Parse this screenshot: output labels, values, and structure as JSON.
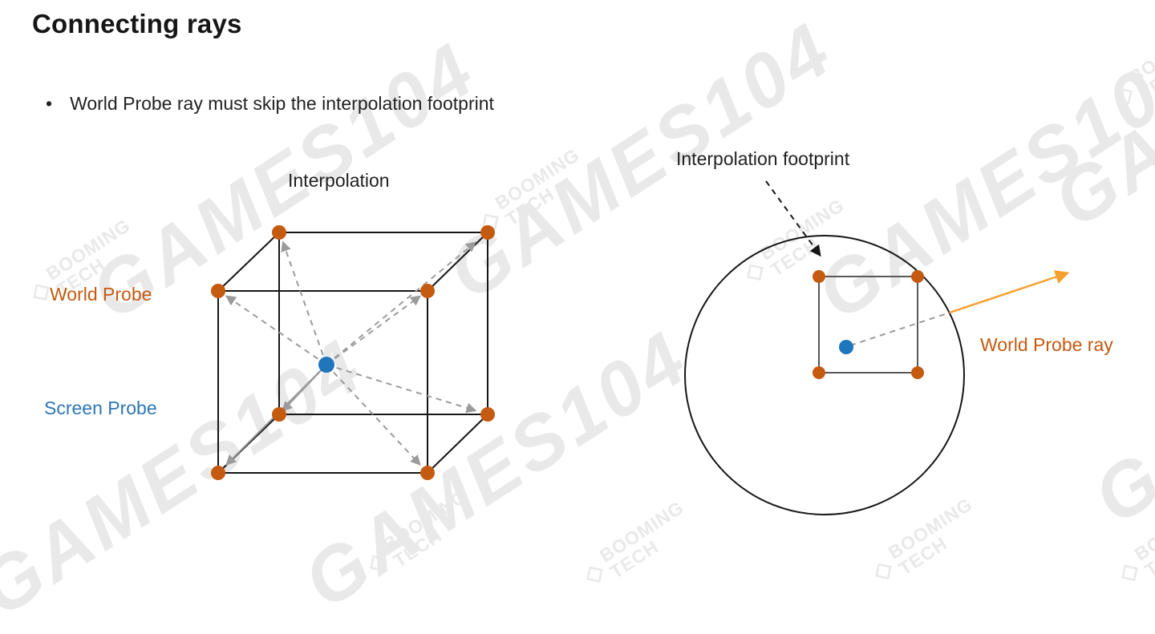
{
  "slide": {
    "title": "Connecting rays",
    "bullet_marker": "•",
    "bullet_text": "World Probe ray must skip the interpolation footprint"
  },
  "cube_diagram": {
    "heading": "Interpolation",
    "world_probe_label": "World Probe",
    "screen_probe_label": "Screen Probe"
  },
  "footprint_diagram": {
    "footprint_label": "Interpolation footprint",
    "ray_label": "World Probe ray"
  },
  "watermark": {
    "games_text": "GAMES104",
    "logo_glyph": "◇",
    "brand_line1": "BOOMING",
    "brand_line2": "TECH"
  },
  "colors": {
    "world_probe_orange": "#C55A11",
    "screen_probe_blue": "#1F76BC",
    "blue_label": "#2E75B6",
    "ray_gray": "#9B9B9B",
    "world_probe_ray_orange": "#F5A02D",
    "footprint_square_gray": "#595959",
    "line_black": "#161616"
  }
}
